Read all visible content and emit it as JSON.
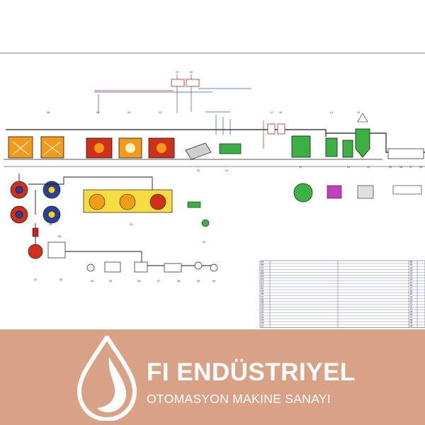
{
  "diagram": {
    "colors": {
      "line": "#1a1a1a",
      "pipe_red": "#cc2020",
      "tank_orange": "#f29a1a",
      "tank_red": "#d03018",
      "tank_green": "#3cb043",
      "frame_yellow": "#f5dc40",
      "pump_blue": "#2a3ea0",
      "pump_yellow": "#f4d020",
      "pump_magenta": "#c040c0",
      "wire_blue": "#3050d0",
      "table_line": "#3a3ab8"
    },
    "equipment_labels": [
      "26",
      "25",
      "24",
      "23",
      "22",
      "21",
      "17",
      "18",
      "15",
      "14",
      "12",
      "11",
      "10",
      "09",
      "08",
      "07",
      "06",
      "31",
      "41",
      "32",
      "33",
      "29",
      "30",
      "34",
      "35",
      "36",
      "37",
      "38",
      "39",
      "40",
      "19",
      "20"
    ],
    "parts_table": {
      "rows": [
        [
          "49",
          "",
          "",
          "26",
          ""
        ],
        [
          "48",
          "",
          "",
          "25",
          ""
        ],
        [
          "47",
          "",
          "",
          "24",
          ""
        ],
        [
          "46",
          "",
          "",
          "23",
          ""
        ],
        [
          "45",
          "",
          "",
          "22",
          ""
        ],
        [
          "44",
          "",
          "",
          "21",
          ""
        ],
        [
          "43",
          "",
          "",
          "20",
          ""
        ],
        [
          "42",
          "",
          "",
          "19",
          ""
        ],
        [
          "41",
          "",
          "",
          "18",
          ""
        ],
        [
          "40",
          "",
          "",
          "17",
          ""
        ],
        [
          "39",
          "",
          "",
          "16",
          ""
        ],
        [
          "38",
          "",
          "",
          "15",
          ""
        ],
        [
          "37",
          "",
          "",
          "14",
          ""
        ],
        [
          "36",
          "",
          "",
          "13",
          ""
        ],
        [
          "35",
          "",
          "",
          "12",
          ""
        ],
        [
          "34",
          "",
          "",
          "11",
          ""
        ],
        [
          "33",
          "",
          "",
          "10",
          ""
        ],
        [
          "32",
          "",
          "",
          "09",
          ""
        ],
        [
          "31",
          "",
          "",
          "08",
          ""
        ],
        [
          "30",
          "",
          "",
          "07",
          ""
        ],
        [
          "29",
          "",
          "",
          "06",
          ""
        ],
        [
          "28",
          "",
          "",
          "05",
          ""
        ],
        [
          "27",
          "",
          "",
          "04",
          ""
        ]
      ]
    }
  },
  "banner": {
    "brand_name": "FI ENDÜSTRIYEL",
    "brand_sub": "OTOMASYON MAKINE SANAYI",
    "background": "#d9a287",
    "logo_color": "#ffffff"
  }
}
